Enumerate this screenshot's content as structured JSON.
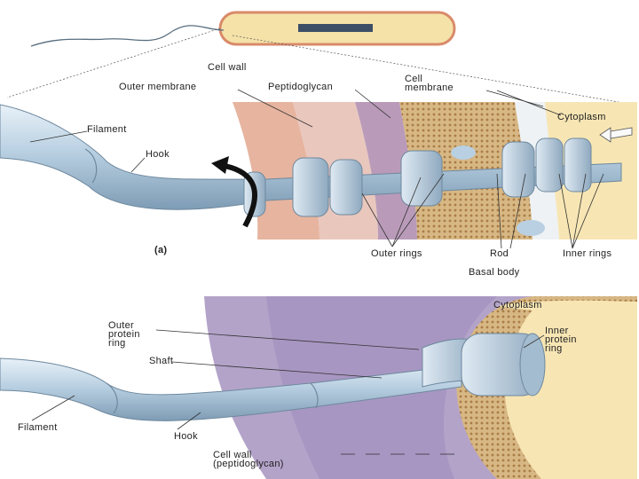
{
  "panel_a": {
    "panel_label": "(a)",
    "labels": {
      "cell_wall": "Cell wall",
      "outer_membrane": "Outer membrane",
      "peptidoglycan": "Peptidoglycan",
      "cell_membrane": "Cell\nmembrane",
      "cytoplasm": "Cytoplasm",
      "filament": "Filament",
      "hook": "Hook",
      "outer_rings": "Outer rings",
      "rod": "Rod",
      "inner_rings": "Inner rings",
      "basal_body": "Basal body"
    }
  },
  "panel_b": {
    "labels": {
      "cytoplasm": "Cytoplasm",
      "outer_protein_ring": "Outer\nprotein\nring",
      "shaft": "Shaft",
      "inner_protein_ring": "Inner\nprotein\nring",
      "filament": "Filament",
      "hook": "Hook",
      "cell_wall": "Cell wall\n(peptidoglycan)"
    }
  },
  "colors": {
    "flagellum": "#b7cfe0",
    "outer_membrane": "#e6b49f",
    "peptidoglycan": "#b99bb9",
    "cytoplasm": "#f7e6b4",
    "cell_body_outline": "#d98a6a",
    "rotation_arrow": "#111111",
    "panel_b_wall": "#b3a3c9"
  }
}
